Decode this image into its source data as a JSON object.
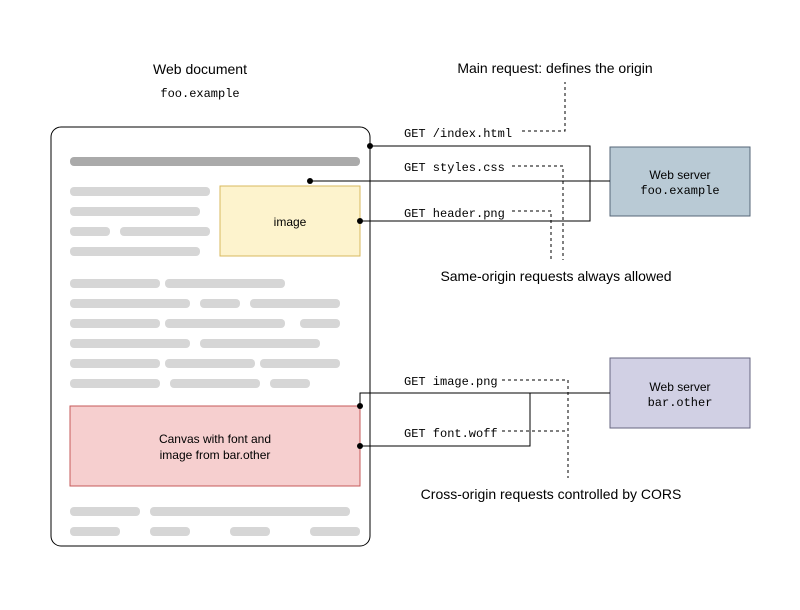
{
  "document": {
    "title": "Web document",
    "origin": "foo.example",
    "image_label": "image",
    "canvas_label_line1": "Canvas with font and",
    "canvas_label_line2": "image from bar.other"
  },
  "servers": {
    "foo": {
      "label": "Web server",
      "host": "foo.example",
      "color": "#b9cad5"
    },
    "bar": {
      "label": "Web server",
      "host": "bar.other",
      "color": "#d1d0e4"
    }
  },
  "requests": {
    "index": "GET /index.html",
    "styles": "GET styles.css",
    "header": "GET header.png",
    "image": "GET image.png",
    "font": "GET font.woff"
  },
  "annotations": {
    "main_request": "Main request: defines the origin",
    "same_origin": "Same-origin requests always allowed",
    "cross_origin": "Cross-origin requests controlled by CORS"
  },
  "colors": {
    "image_box": "#fdf3cd",
    "canvas_box": "#f6cfcf",
    "placeholder_bar": "#d6d6d6",
    "title_bar": "#aaaaaa"
  }
}
